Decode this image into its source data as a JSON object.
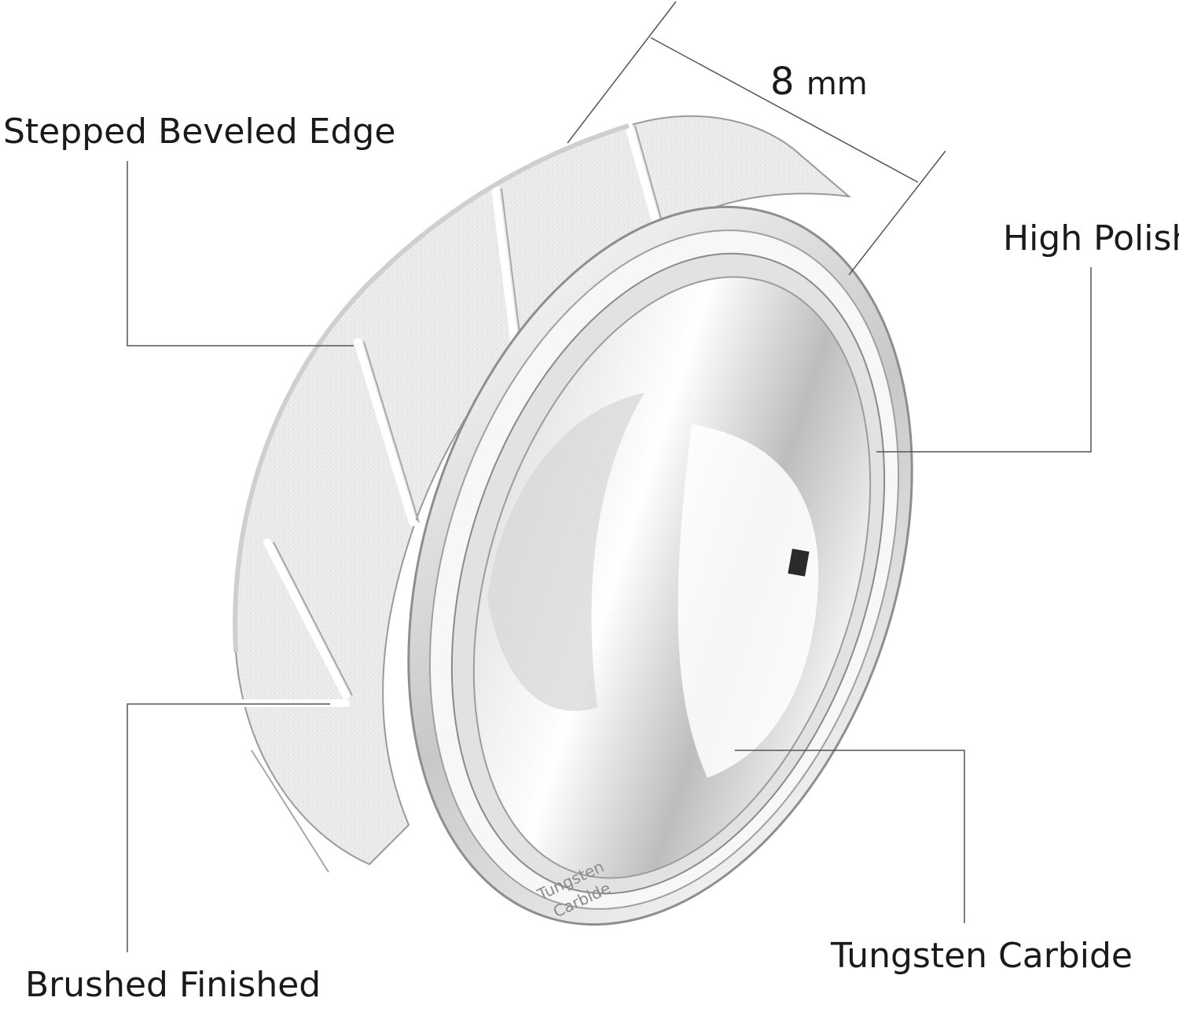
{
  "labels": {
    "stepped_edge": "Stepped Beveled Edge",
    "high_polish": "High Polish",
    "brushed": "Brushed Finished",
    "tungsten": "Tungsten Carbide",
    "width_value": "8",
    "width_unit": "mm"
  },
  "engraving": {
    "line1": "Tungsten",
    "line2": "Carbide"
  },
  "colors": {
    "background": "#ffffff",
    "metal_light": "#f2f2f2",
    "metal_mid": "#c9c9c9",
    "metal_dark": "#8c8c8c",
    "leader_line": "#555555",
    "text": "#1a1a1a"
  }
}
